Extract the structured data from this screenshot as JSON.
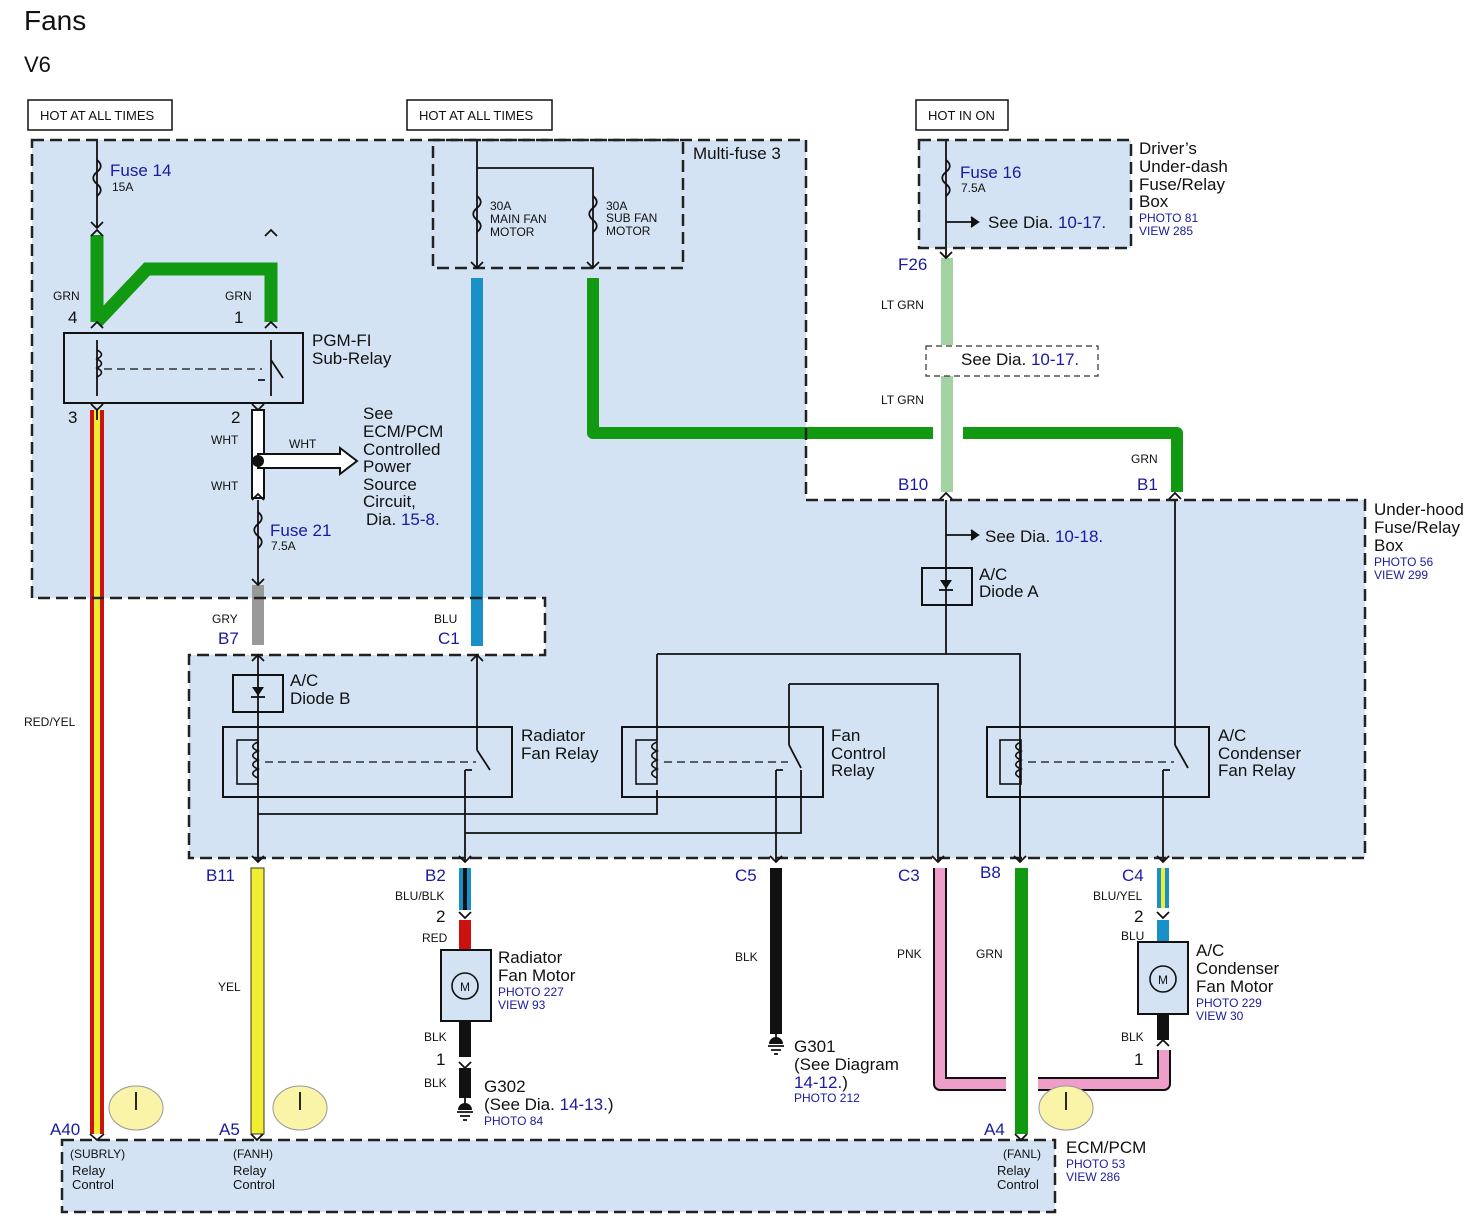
{
  "header": {
    "title": "Fans",
    "subtitle": "V6"
  },
  "sources": {
    "hot_all_times_1": "HOT AT ALL TIMES",
    "hot_all_times_2": "HOT AT ALL TIMES",
    "hot_in_on": "HOT IN ON"
  },
  "fuses": {
    "f14_name": "Fuse 14",
    "f14_rating": "15A",
    "main_rating": "30A",
    "main_l1": "MAIN FAN",
    "main_l2": "MOTOR",
    "sub_rating": "30A",
    "sub_l1": "SUB FAN",
    "sub_l2": "MOTOR",
    "multifuse": "Multi-fuse 3",
    "f16_name": "Fuse 16",
    "f16_rating": "7.5A",
    "f21_name": "Fuse 21",
    "f21_rating": "7.5A"
  },
  "boxes": {
    "driver_l1": "Driver’s",
    "driver_l2": "Under-dash",
    "driver_l3": "Fuse/Relay",
    "driver_l4": "Box",
    "driver_photo": "PHOTO 81",
    "driver_view": "VIEW 285",
    "underhood_l1": "Under-hood",
    "underhood_l2": "Fuse/Relay",
    "underhood_l3": "Box",
    "underhood_photo": "PHOTO 56",
    "underhood_view": "VIEW 299",
    "ecm_name": "ECM/PCM",
    "ecm_photo": "PHOTO 53",
    "ecm_view": "VIEW 286"
  },
  "refs": {
    "see": "See",
    "dia": "Dia.",
    "d1": "10-17.",
    "d2": "10-17.",
    "d3": "10-18.",
    "ecm_l1": "See",
    "ecm_l2": "ECM/PCM",
    "ecm_l3": "Controlled",
    "ecm_l4": "Power",
    "ecm_l5": "Source",
    "ecm_l6": "Circuit,",
    "ecm_dia": "Dia.",
    "ecm_num": "15-8."
  },
  "relays": {
    "pgm_l1": "PGM-FI",
    "pgm_l2": "Sub-Relay",
    "rad_l1": "Radiator",
    "rad_l2": "Fan Relay",
    "fc_l1": "Fan",
    "fc_l2": "Control",
    "fc_l3": "Relay",
    "ac_l1": "A/C",
    "ac_l2": "Condenser",
    "ac_l3": "Fan Relay"
  },
  "diodes": {
    "b_l1": "A/C",
    "b_l2": "Diode B",
    "a_l1": "A/C",
    "a_l2": "Diode A"
  },
  "motors": {
    "rad_l1": "Radiator",
    "rad_l2": "Fan Motor",
    "rad_photo": "PHOTO 227",
    "rad_view": "VIEW 93",
    "ac_l1": "A/C",
    "ac_l2": "Condenser",
    "ac_l3": "Fan Motor",
    "ac_photo": "PHOTO 229",
    "ac_view": "VIEW 30",
    "symbol": "M"
  },
  "grounds": {
    "g302_name": "G302",
    "g302_l2": "(See Dia.",
    "g302_num": "14-13.",
    "g302_close": ")",
    "g302_photo": "PHOTO 84",
    "g301_name": "G301",
    "g301_l2": "(See Diagram",
    "g301_num": "14-12.",
    "g301_close": ")",
    "g301_photo": "PHOTO 212"
  },
  "wires": {
    "grn_a": "GRN",
    "grn_b": "GRN",
    "wht_a": "WHT",
    "wht_b": "WHT",
    "wht_c": "WHT",
    "gry": "GRY",
    "blu": "BLU",
    "lt_grn_a": "LT GRN",
    "lt_grn_b": "LT GRN",
    "grn_c": "GRN",
    "red_yel": "RED/YEL",
    "yel": "YEL",
    "blu_blk": "BLU/BLK",
    "red": "RED",
    "blk_a": "BLK",
    "blk_b": "BLK",
    "blk_c": "BLK",
    "pnk": "PNK",
    "grn_d": "GRN",
    "blu_yel": "BLU/YEL",
    "blu2": "BLU",
    "blk_d": "BLK"
  },
  "connectors": {
    "p4": "4",
    "p1": "1",
    "p3": "3",
    "p2": "2",
    "F26": "F26",
    "B10": "B10",
    "B1": "B1",
    "B7": "B7",
    "C1": "C1",
    "B11": "B11",
    "B2": "B2",
    "C5": "C5",
    "C3": "C3",
    "B8": "B8",
    "C4": "C4",
    "rm2": "2",
    "rm1": "1",
    "am2": "2",
    "am1": "1",
    "A40": "A40",
    "A5": "A5",
    "A4": "A4"
  },
  "ecm_pins": {
    "subrly": "(SUBRLY)",
    "fanh": "(FANH)",
    "fanl": "(FANL)",
    "relay": "Relay",
    "control": "Control"
  },
  "colors": {
    "box_fill": "#d3e3f3",
    "grn": "#119911",
    "lt_grn": "#a3d3a3",
    "blu": "#1a90c8",
    "yel": "#f0ee30",
    "red": "#cc1111",
    "pnk": "#ee9ec8",
    "gry": "#999999",
    "ref_blue": "#1a1aa0",
    "note_yellow": "#faf4a8"
  }
}
